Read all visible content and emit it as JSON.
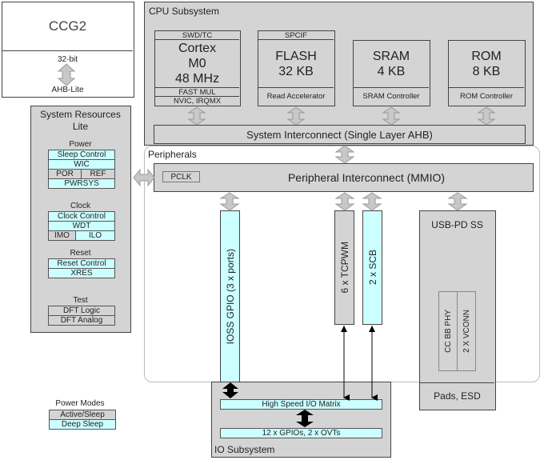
{
  "ccg2": {
    "title": "CCG2",
    "bus_top": "32-bit",
    "bus_bottom": "AHB-Lite"
  },
  "cpu": {
    "title": "CPU Subsystem",
    "cortex": {
      "top": "SWD/TC",
      "line1": "Cortex",
      "line2": "M0",
      "line3": "48 MHz",
      "bottom1": "FAST MUL",
      "bottom2": "NVIC, IRQMX"
    },
    "flash": {
      "top": "SPCIF",
      "line1": "FLASH",
      "line2": "32 KB",
      "bottom": "Read Accelerator"
    },
    "sram": {
      "line1": "SRAM",
      "line2": "4 KB",
      "bottom": "SRAM Controller"
    },
    "rom": {
      "line1": "ROM",
      "line2": "8 KB",
      "bottom": "ROM Controller"
    },
    "interconnect": "System Interconnect (Single Layer AHB)"
  },
  "sysres": {
    "title1": "System Resources",
    "title2": "Lite",
    "power": {
      "label": "Power",
      "items": [
        "Sleep Control",
        "WIC",
        "POR",
        "REF",
        "PWRSYS"
      ]
    },
    "clock": {
      "label": "Clock",
      "items": [
        "Clock Control",
        "WDT",
        "IMO",
        "ILO"
      ]
    },
    "reset": {
      "label": "Reset",
      "items": [
        "Reset Control",
        "XRES"
      ]
    },
    "test": {
      "label": "Test",
      "items": [
        "DFT Logic",
        "DFT Analog"
      ]
    }
  },
  "peripherals": {
    "title": "Peripherals",
    "pclk": "PCLK",
    "interconnect": "Peripheral Interconnect (MMIO)",
    "gpio": "IOSS GPIO (3 x ports)",
    "tcpwm": "6 x TCPWM",
    "scb": "2 x SCB",
    "usbpd": {
      "title": "USB-PD SS",
      "phy": "CC BB PHY",
      "vconn": "2 X VCONN",
      "pads": "Pads, ESD"
    }
  },
  "io": {
    "title": "IO Subsystem",
    "matrix": "High Speed I/O Matrix",
    "gpios": "12 x GPIOs, 2 x OVTs"
  },
  "legend": {
    "title": "Power Modes",
    "active": "Active/Sleep",
    "deep": "Deep Sleep"
  },
  "colors": {
    "active": "#d4d4d4",
    "deep_sleep": "#ccffff"
  }
}
